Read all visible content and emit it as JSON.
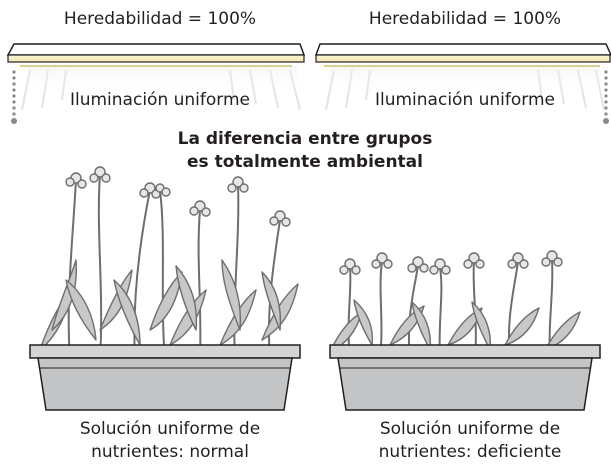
{
  "left_panel": {
    "heredability": "Heredabilidad = 100%",
    "illumination": "Iluminación uniforme",
    "solution_line1": "Solución uniforme de",
    "solution_line2": "nutrientes: normal"
  },
  "right_panel": {
    "heredability": "Heredabilidad = 100%",
    "illumination": "Iluminación uniforme",
    "solution_line1": "Solución uniforme de",
    "solution_line2": "nutrientes: deficiente"
  },
  "center": {
    "title_line1": "La diferencia entre grupos",
    "title_line2": "es totalmente ambiental"
  },
  "colors": {
    "lamp_light": "#f5f0c8",
    "lamp_fixture": "#ffffff",
    "plant_fill": "#c8c8c9",
    "plant_stroke": "#6d6e70",
    "box_fill": "#c3c4c6",
    "text": "#231f20"
  }
}
